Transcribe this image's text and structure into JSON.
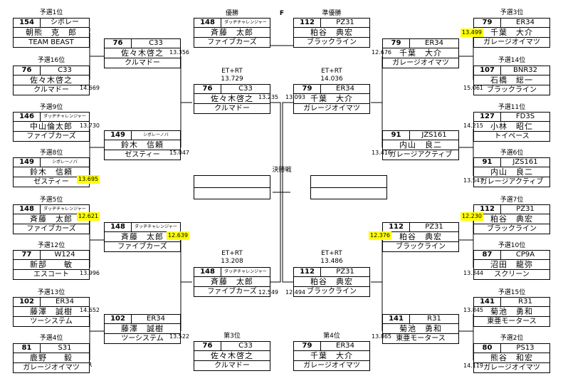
{
  "labels": {
    "final_marker": "F",
    "winner": "優勝",
    "runner_up": "準優勝",
    "third": "第3位",
    "fourth": "第4位",
    "final_battle": "決勝戦",
    "f_side": "F",
    "r_side": "R",
    "et_rt": "ET+RT"
  },
  "seeds": {
    "s1": "予選1位",
    "s16": "予選16位",
    "s9": "予選9位",
    "s8": "予選8位",
    "s5": "予選5位",
    "s12": "予選12位",
    "s13": "予選13位",
    "s4": "予選4位",
    "s3": "予選3位",
    "s14": "予選14位",
    "s11": "予選11位",
    "s6": "予選6位",
    "s7": "予選7位",
    "s10": "予選10位",
    "s15": "予選15位",
    "s2": "予選2位"
  },
  "drivers": {
    "d154": {
      "num": "154",
      "car": "シボレー",
      "name": "朝熊　克　郎",
      "team": "TEAM BEAST"
    },
    "d76": {
      "num": "76",
      "car": "C33",
      "name": "佐々木啓之",
      "team": "クルマドー"
    },
    "d146": {
      "num": "146",
      "car": "ダッヂチャレンジャー",
      "name": "中山倫太郎",
      "team": "ファイブカーズ"
    },
    "d149": {
      "num": "149",
      "car": "シボレーノバ",
      "name": "鈴木　信頼",
      "team": "ゼスティー"
    },
    "d148": {
      "num": "148",
      "car": "ダッヂチャレンジャー",
      "name": "斉藤　太郎",
      "team": "ファイブカーズ"
    },
    "d77": {
      "num": "77",
      "car": "W124",
      "name": "新部　　敏",
      "team": "エスコート"
    },
    "d102": {
      "num": "102",
      "car": "ER34",
      "name": "藤澤　誠樹",
      "team": "ツーシステム"
    },
    "d81": {
      "num": "81",
      "car": "S31",
      "name": "鹿野　　毅",
      "team": "ガレージオイマツ"
    },
    "d79": {
      "num": "79",
      "car": "ER34",
      "name": "千葉　大介",
      "team": "ガレージオイマツ"
    },
    "d107": {
      "num": "107",
      "car": "BNR32",
      "name": "石橋　総一",
      "team": "ブラックライン"
    },
    "d127": {
      "num": "127",
      "car": "FD3S",
      "name": "小林　昭仁",
      "team": "トイペース"
    },
    "d91": {
      "num": "91",
      "car": "JZS161",
      "name": "内山　良二",
      "team": "ガレージアクティブ"
    },
    "d112": {
      "num": "112",
      "car": "PZ31",
      "name": "粕谷　典宏",
      "team": "ブラックライン"
    },
    "d87": {
      "num": "87",
      "car": "CP9A",
      "name": "沼田　龍弥",
      "team": "スクリーン"
    },
    "d141": {
      "num": "141",
      "car": "R31",
      "name": "菊池　勇和",
      "team": "東亜モータース"
    },
    "d80": {
      "num": "80",
      "car": "PS13",
      "name": "熊谷　和宏",
      "team": "ガレージオイマツ"
    }
  },
  "times": {
    "t13356": "13.356",
    "t14669": "14.669",
    "t13730": "13.730",
    "t13695": "13.695",
    "t15047": "15.047",
    "t13729": "13.729",
    "t13235": "13.235",
    "t12621": "12.621",
    "t12639": "12.639",
    "t13996": "13.996",
    "t14652": "14.652",
    "t13522": "13.522",
    "t13208": "13.208",
    "t12549": "12.549",
    "t13499": "13.499",
    "t12676": "12.676",
    "t15061": "15.061",
    "t14036": "14.036",
    "t13093": "13.093",
    "t14215": "14.215",
    "t13416": "13.416",
    "t13547": "13.547",
    "t12230": "12.230",
    "t12376": "12.376",
    "t13344": "13.344",
    "t13486": "13.486",
    "t12494": "12.494",
    "t13845": "13.845",
    "t13865": "13.865",
    "t14119": "14.119"
  },
  "colors": {
    "highlight": "#ffff00",
    "line": "#000000"
  }
}
